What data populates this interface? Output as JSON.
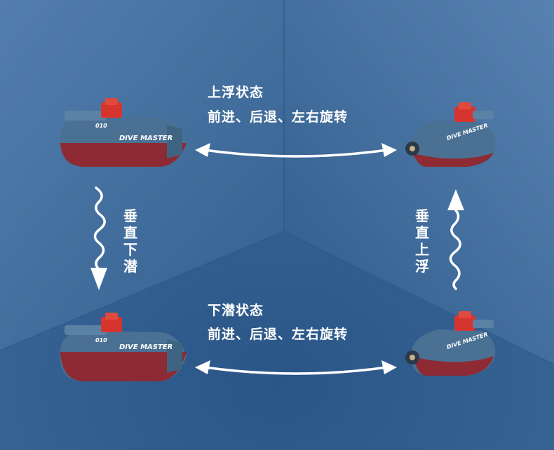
{
  "top_state": {
    "title": "上浮状态",
    "desc": "前进、后退、左右旋转"
  },
  "bottom_state": {
    "title": "下潜状态",
    "desc": "前进、后退、左右旋转"
  },
  "left_transition": {
    "label": "垂直下潜"
  },
  "right_transition": {
    "label": "垂直上浮"
  },
  "submarine": {
    "brand": "DIVE MASTER",
    "hull_number": "010"
  },
  "colors": {
    "background": "#3f6c9c",
    "hull_blue": "#4a7193",
    "hull_red": "#8e2a33",
    "tower_red": "#d6342f",
    "text": "#ffffff"
  }
}
